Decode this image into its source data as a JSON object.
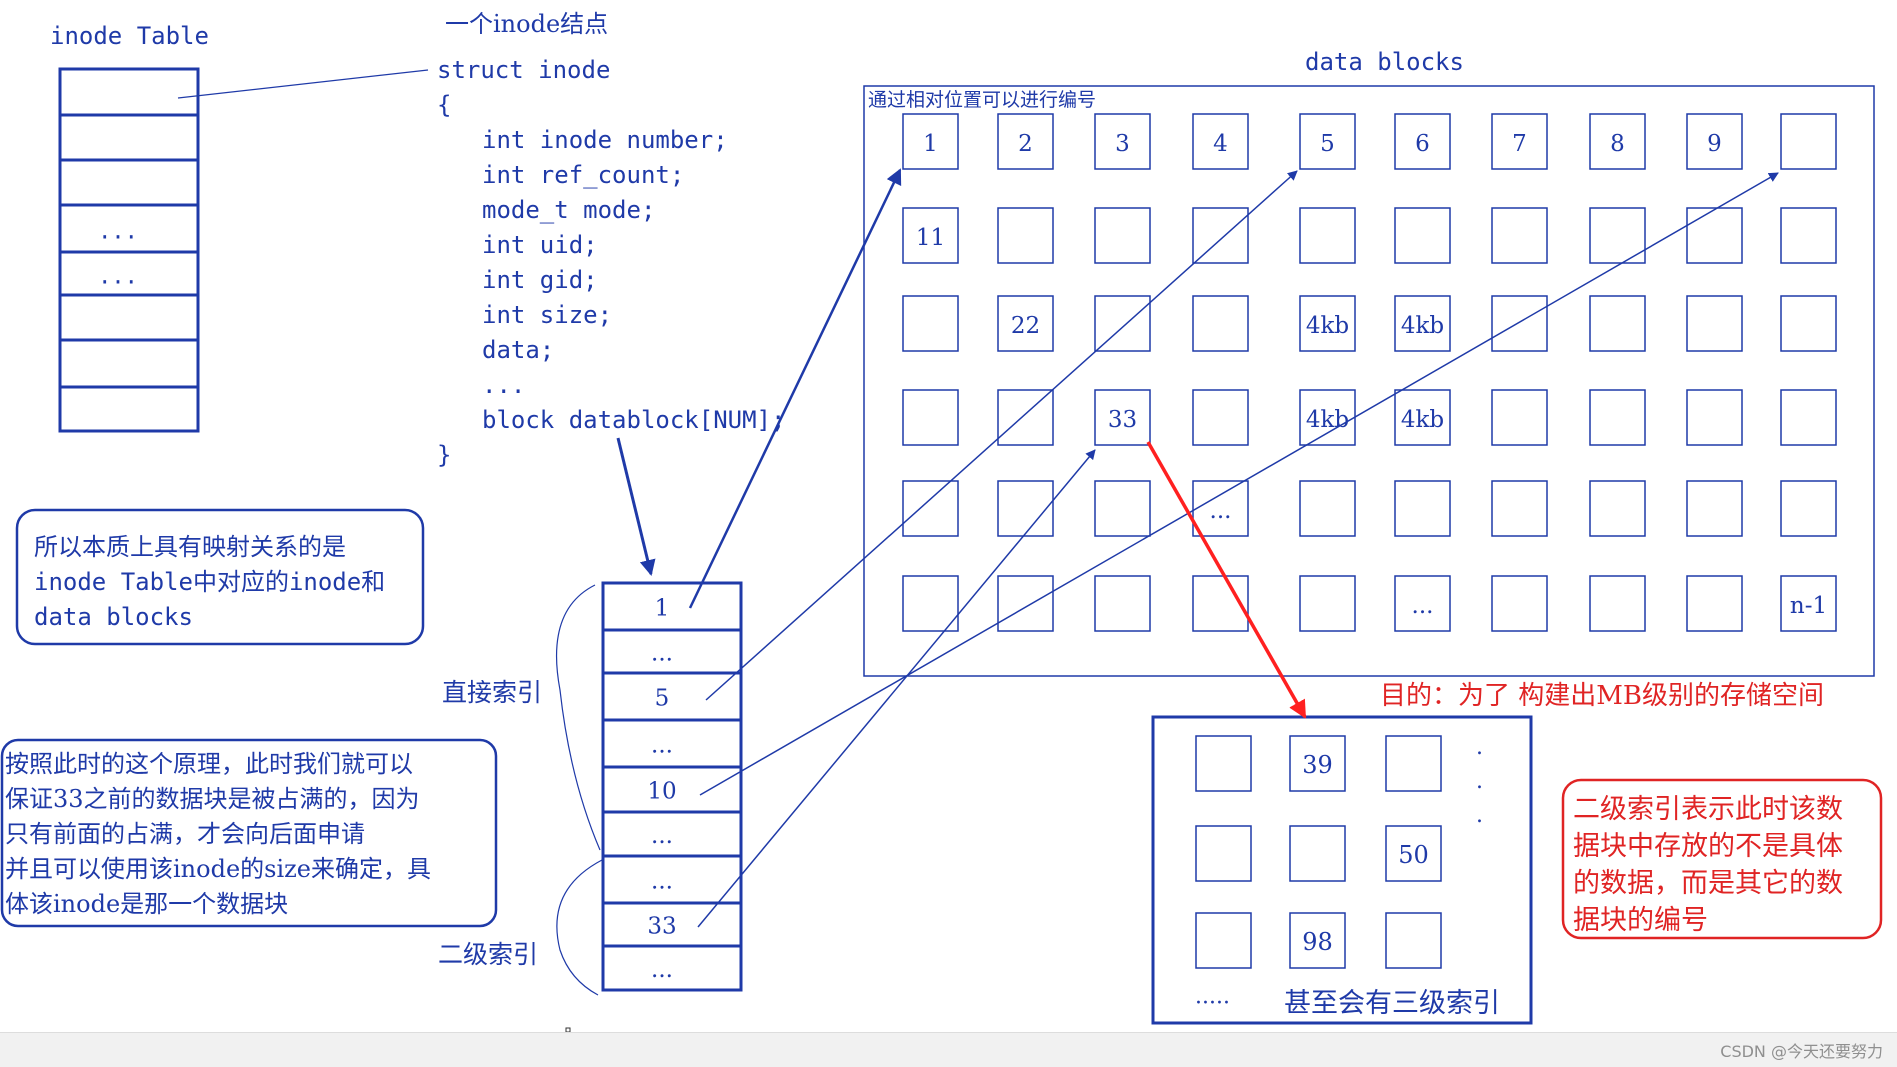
{
  "inode_table": {
    "title": "inode Table",
    "rows": [
      "",
      "",
      "",
      "...",
      "...",
      "",
      "",
      ""
    ]
  },
  "struct_code": {
    "caption": "一个inode结点",
    "lines": [
      "struct inode",
      "{",
      "int inode number;",
      "int ref_count;",
      "mode_t mode;",
      "int uid;",
      "int gid;",
      "int size;",
      "data;",
      "...",
      "block datablock[NUM];",
      "}"
    ]
  },
  "note_mapping": {
    "lines": [
      "所以本质上具有映射关系的是",
      "inode Table中对应的inode和",
      "data blocks"
    ]
  },
  "note_principle": {
    "lines": [
      "按照此时的这个原理，此时我们就可以",
      "保证33之前的数据块是被占满的，因为",
      "只有前面的占满，才会向后面申请",
      "并且可以使用该inode的size来确定，具",
      "体该inode是那一个数据块"
    ]
  },
  "block_array": {
    "label_direct": "直接索引",
    "label_secondary": "二级索引",
    "cells": [
      "1",
      "...",
      "5",
      "...",
      "10",
      "...",
      "...",
      "33",
      "..."
    ]
  },
  "data_blocks": {
    "title": "data blocks",
    "subtitle": "通过相对位置可以进行编号",
    "grid": [
      [
        "1",
        "2",
        "3",
        "4",
        "5",
        "6",
        "7",
        "8",
        "9",
        ""
      ],
      [
        "11",
        "",
        "",
        "",
        "",
        "",
        "",
        "",
        "",
        ""
      ],
      [
        "",
        "22",
        "",
        "",
        "4kb",
        "4kb",
        "",
        "",
        "",
        ""
      ],
      [
        "",
        "",
        "33",
        "",
        "4kb",
        "4kb",
        "",
        "",
        "",
        ""
      ],
      [
        "",
        "",
        "",
        "...",
        "",
        "",
        "",
        "",
        "",
        ""
      ],
      [
        "",
        "",
        "",
        "",
        "",
        "...",
        "",
        "",
        "",
        "n-1"
      ]
    ],
    "goal": "目的：为了 构建出MB级别的存储空间"
  },
  "secondary_block": {
    "grid": [
      [
        "",
        "39",
        ""
      ],
      [
        "",
        "",
        "50"
      ],
      [
        "",
        "98",
        ""
      ]
    ],
    "dots": ".",
    "footer_dots": "·····",
    "footer_text": "甚至会有三级索引"
  },
  "note_secondary": {
    "lines": [
      "二级索引表示此时该数",
      "据块中存放的不是具体",
      "的数据，而是其它的数",
      "据块的编号"
    ]
  },
  "watermark": "CSDN @今天还要努力",
  "colors": {
    "blue": "#1f3aa8",
    "red": "#e02424",
    "arrow_red": "#ff2020"
  }
}
